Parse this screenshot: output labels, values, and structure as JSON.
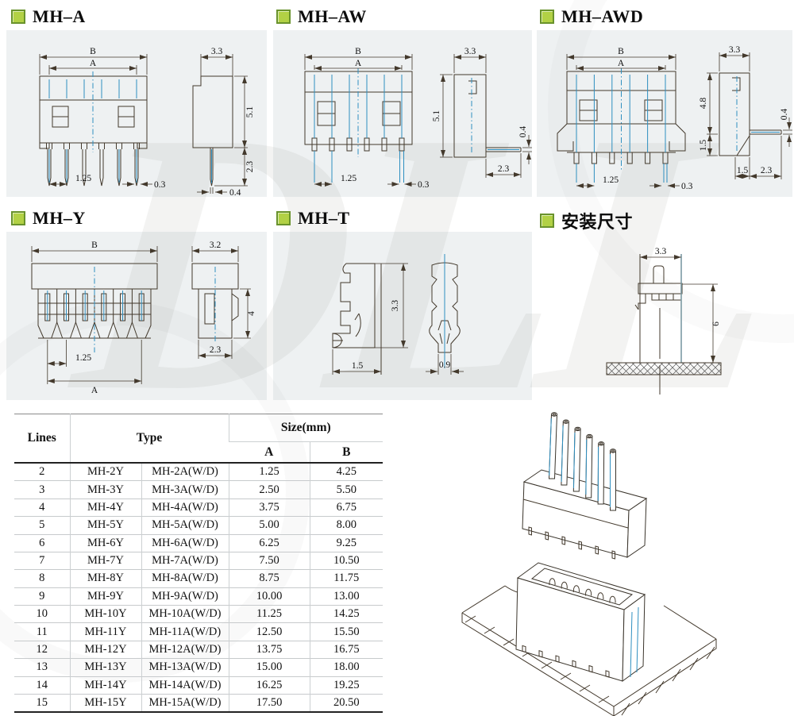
{
  "watermark": "DLL",
  "colors": {
    "panel": "#eef1f2",
    "line": "#43392c",
    "blue": "#2e8fc0",
    "icon_fill": "#b2d145",
    "icon_border": "#69922c"
  },
  "sections": {
    "mh_a": {
      "title": "MH–A",
      "dims": {
        "b": "B",
        "a": "A",
        "pitch": "1.25",
        "pin": "0.3",
        "w": "3.3",
        "h": "5.1",
        "tail": "2.3",
        "tip": "0.4"
      }
    },
    "mh_aw": {
      "title": "MH–AW",
      "dims": {
        "b": "B",
        "a": "A",
        "pitch": "1.25",
        "pin": "0.3",
        "w": "3.3",
        "h": "5.1",
        "tip": "0.4",
        "tail": "2.3"
      }
    },
    "mh_awd": {
      "title": "MH–AWD",
      "dims": {
        "b": "B",
        "a": "A",
        "pitch": "1.25",
        "pin": "0.3",
        "w": "3.3",
        "h1": "4.8",
        "h2": "1.5",
        "tip": "0.4",
        "f1": "1.5",
        "f2": "2.3"
      }
    },
    "mh_y": {
      "title": "MH–Y",
      "dims": {
        "b": "B",
        "pitch": "1.25",
        "a": "A",
        "w": "3.2",
        "h": "4",
        "d": "2.3"
      }
    },
    "mh_t": {
      "title": "MH–T",
      "dims": {
        "h": "3.3",
        "w": "1.5",
        "w2": "0.9"
      }
    },
    "install": {
      "title": "安装尺寸",
      "dims": {
        "w": "3.3",
        "h": "6"
      }
    }
  },
  "table": {
    "header": {
      "lines": "Lines",
      "type": "Type",
      "size": "Size(mm)",
      "a": "A",
      "b": "B"
    },
    "rows": [
      [
        "2",
        "MH-2Y",
        "MH-2A(W/D)",
        "1.25",
        "4.25"
      ],
      [
        "3",
        "MH-3Y",
        "MH-3A(W/D)",
        "2.50",
        "5.50"
      ],
      [
        "4",
        "MH-4Y",
        "MH-4A(W/D)",
        "3.75",
        "6.75"
      ],
      [
        "5",
        "MH-5Y",
        "MH-5A(W/D)",
        "5.00",
        "8.00"
      ],
      [
        "6",
        "MH-6Y",
        "MH-6A(W/D)",
        "6.25",
        "9.25"
      ],
      [
        "7",
        "MH-7Y",
        "MH-7A(W/D)",
        "7.50",
        "10.50"
      ],
      [
        "8",
        "MH-8Y",
        "MH-8A(W/D)",
        "8.75",
        "11.75"
      ],
      [
        "9",
        "MH-9Y",
        "MH-9A(W/D)",
        "10.00",
        "13.00"
      ],
      [
        "10",
        "MH-10Y",
        "MH-10A(W/D)",
        "11.25",
        "14.25"
      ],
      [
        "11",
        "MH-11Y",
        "MH-11A(W/D)",
        "12.50",
        "15.50"
      ],
      [
        "12",
        "MH-12Y",
        "MH-12A(W/D)",
        "13.75",
        "16.75"
      ],
      [
        "13",
        "MH-13Y",
        "MH-13A(W/D)",
        "15.00",
        "18.00"
      ],
      [
        "14",
        "MH-14Y",
        "MH-14A(W/D)",
        "16.25",
        "19.25"
      ],
      [
        "15",
        "MH-15Y",
        "MH-15A(W/D)",
        "17.50",
        "20.50"
      ]
    ]
  }
}
